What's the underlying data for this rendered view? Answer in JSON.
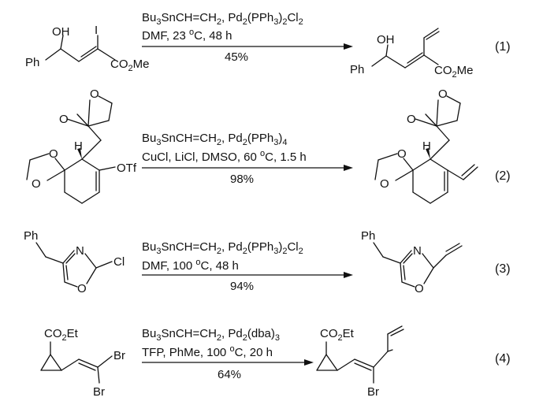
{
  "reactions": [
    {
      "number": "(1)",
      "reagents": {
        "main": "Bu",
        "sub1": "3",
        "mid": "SnCH=CH",
        "sub2": "2",
        "tail": ", Pd",
        "sub3": "2",
        "tail2": "(PPh",
        "sub4": "3",
        "tail3": ")",
        "sub5": "2",
        "tail4": "Cl",
        "sub6": "2"
      },
      "conditions": {
        "pre": "DMF, 23 ",
        "deg": "o",
        "post": "C, 48 h"
      },
      "yield": "45%",
      "sm_labels": {
        "oh": "OH",
        "i": "I",
        "ph": "Ph",
        "ester": "CO",
        "ester_sub": "2",
        "ester_tail": "Me"
      },
      "pr_labels": {
        "oh": "OH",
        "ph": "Ph",
        "ester": "CO",
        "ester_sub": "2",
        "ester_tail": "Me"
      }
    },
    {
      "number": "(2)",
      "reagents": {
        "main": "Bu",
        "sub1": "3",
        "mid": "SnCH=CH",
        "sub2": "2",
        "tail": ", Pd",
        "sub3": "2",
        "tail2": "(PPh",
        "sub4": "3",
        "tail3": ")",
        "sub5": "4"
      },
      "conditions": {
        "pre": "CuCl, LiCl, DMSO, 60 ",
        "deg": "o",
        "post": "C, 1.5 h"
      },
      "yield": "98%",
      "sm_labels": {
        "o_top": "O",
        "o_mid": "O",
        "o_ket1": "O",
        "o_ket2": "O",
        "h": "H",
        "otf": "OTf"
      },
      "pr_labels": {
        "o_top": "O",
        "o_mid": "O",
        "o_ket1": "O",
        "o_ket2": "O",
        "h": "H"
      }
    },
    {
      "number": "(3)",
      "reagents": {
        "main": "Bu",
        "sub1": "3",
        "mid": "SnCH=CH",
        "sub2": "2",
        "tail": ", Pd",
        "sub3": "2",
        "tail2": "(PPh",
        "sub4": "3",
        "tail3": ")",
        "sub5": "2",
        "tail4": "Cl",
        "sub6": "2"
      },
      "conditions": {
        "pre": "DMF, 100 ",
        "deg": "o",
        "post": "C, 48 h"
      },
      "yield": "94%",
      "sm_labels": {
        "ph": "Ph",
        "n": "N",
        "cl": "Cl",
        "o": "O"
      },
      "pr_labels": {
        "ph": "Ph",
        "n": "N",
        "o": "O"
      }
    },
    {
      "number": "(4)",
      "reagents": {
        "main": "Bu",
        "sub1": "3",
        "mid": "SnCH=CH",
        "sub2": "2",
        "tail": ", Pd",
        "sub3": "2",
        "tail2": "(dba)",
        "sub4": "3"
      },
      "conditions": {
        "pre": "TFP, PhMe, 100 ",
        "deg": "o",
        "post": "C, 20 h"
      },
      "yield": "64%",
      "sm_labels": {
        "ester": "CO",
        "ester_sub": "2",
        "ester_tail": "Et",
        "br1": "Br",
        "br2": "Br"
      },
      "pr_labels": {
        "ester": "CO",
        "ester_sub": "2",
        "ester_tail": "Et",
        "br": "Br"
      }
    }
  ]
}
